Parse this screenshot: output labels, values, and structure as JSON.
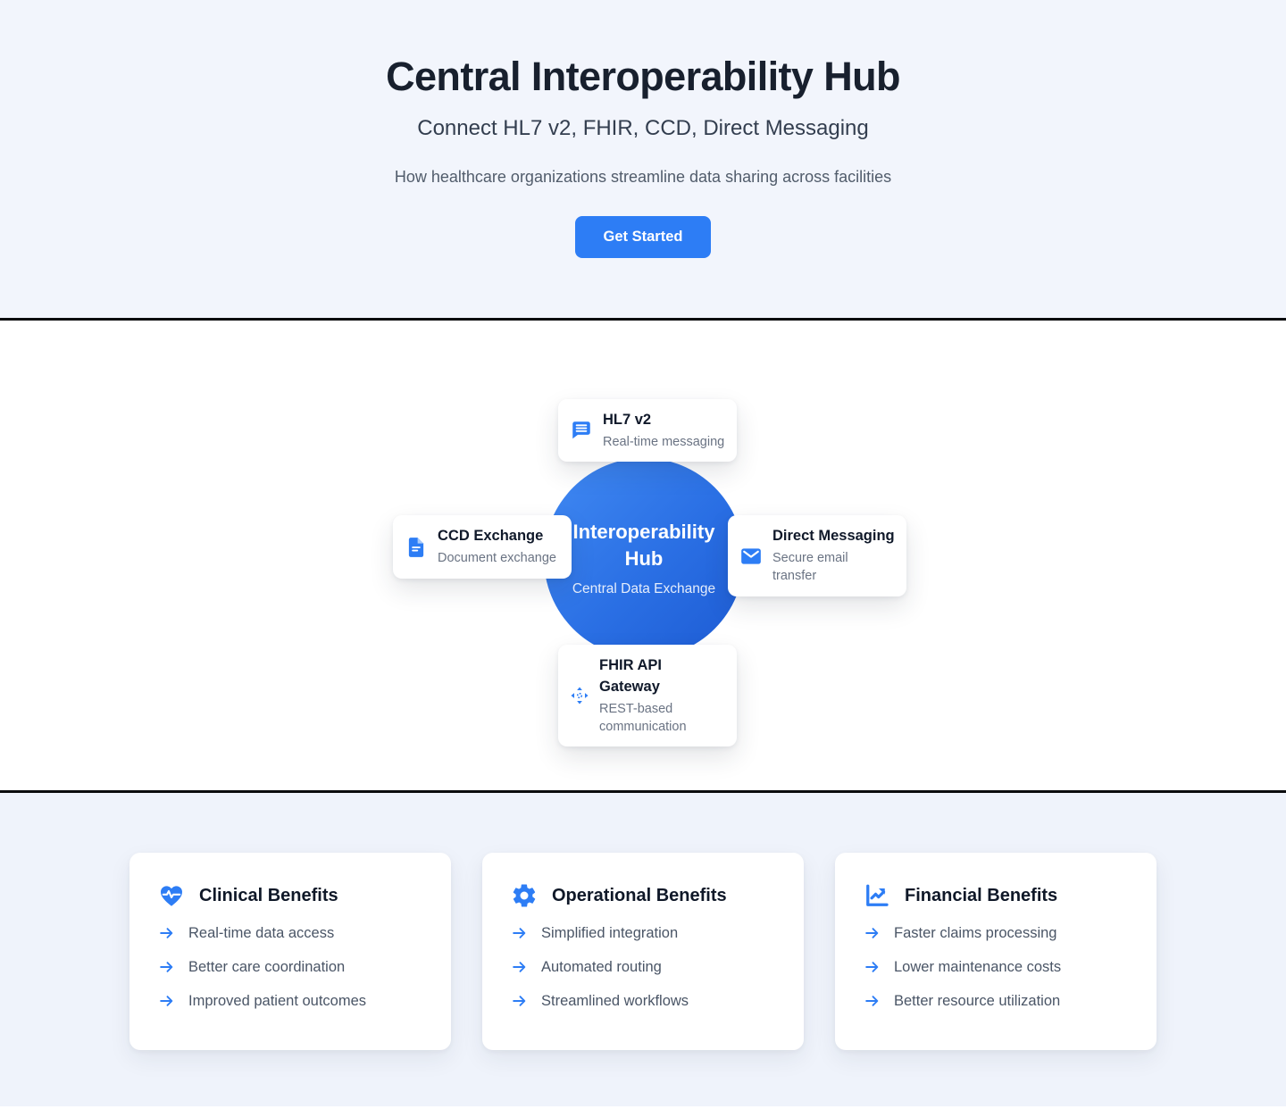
{
  "hero": {
    "title": "Central Interoperability Hub",
    "subtitle": "Connect HL7 v2, FHIR, CCD, Direct Messaging",
    "description": "How healthcare organizations streamline data sharing across facilities",
    "cta_label": "Get Started"
  },
  "diagram": {
    "hub": {
      "title": "Interoperability Hub",
      "subtitle": "Central Data Exchange"
    },
    "nodes": [
      {
        "position": "top",
        "icon": "chat-icon",
        "title": "HL7 v2",
        "description": "Real-time messaging"
      },
      {
        "position": "left",
        "icon": "document-icon",
        "title": "CCD Exchange",
        "description": "Document exchange"
      },
      {
        "position": "right",
        "icon": "mail-icon",
        "title": "Direct Messaging",
        "description": "Secure email transfer"
      },
      {
        "position": "bottom",
        "icon": "move-icon",
        "title": "FHIR API Gateway",
        "description": "REST-based communication"
      }
    ]
  },
  "benefits": [
    {
      "icon": "heart-pulse-icon",
      "title": "Clinical Benefits",
      "items": [
        "Real-time data access",
        "Better care coordination",
        "Improved patient outcomes"
      ]
    },
    {
      "icon": "gear-icon",
      "title": "Operational Benefits",
      "items": [
        "Simplified integration",
        "Automated routing",
        "Streamlined workflows"
      ]
    },
    {
      "icon": "chart-icon",
      "title": "Financial Benefits",
      "items": [
        "Faster claims processing",
        "Lower maintenance costs",
        "Better resource utilization"
      ]
    }
  ],
  "colors": {
    "accent": "#2d7df5",
    "hub_gradient_start": "#418af3",
    "hub_gradient_end": "#1d5bd3",
    "hero_background": "#f2f5fc",
    "benefits_background": "#eff3fb",
    "divider": "#0b0c0e"
  }
}
